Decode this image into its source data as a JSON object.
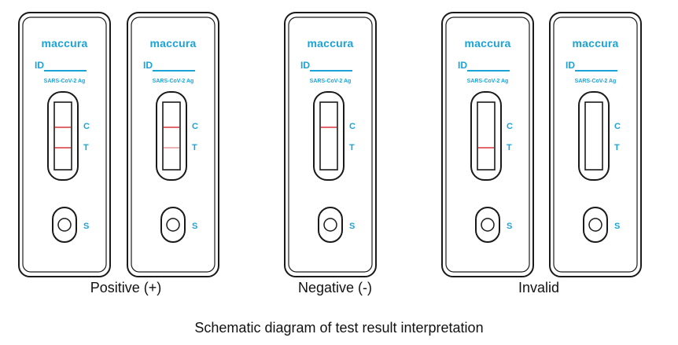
{
  "colors": {
    "accent": "#1ba3d6",
    "outline": "#1a1a1a",
    "strong_line": "#d8363e",
    "faint_line": "#e59a9c"
  },
  "cassette_text": {
    "brand": "maccura",
    "id_label": "ID",
    "assay": "SARS-CoV-2 Ag",
    "control_mark": "C",
    "test_mark": "T",
    "sample_mark": "S"
  },
  "groups": [
    {
      "label": "Positive (+)",
      "cassettes": [
        {
          "control_line": "strong",
          "test_line": "strong"
        },
        {
          "control_line": "strong",
          "test_line": "faint"
        }
      ]
    },
    {
      "label": "Negative (-)",
      "cassettes": [
        {
          "control_line": "strong",
          "test_line": "none"
        }
      ]
    },
    {
      "label": "Invalid",
      "cassettes": [
        {
          "control_line": "none",
          "test_line": "strong"
        },
        {
          "control_line": "none",
          "test_line": "none"
        }
      ]
    }
  ],
  "footer": "Schematic diagram of test result interpretation"
}
